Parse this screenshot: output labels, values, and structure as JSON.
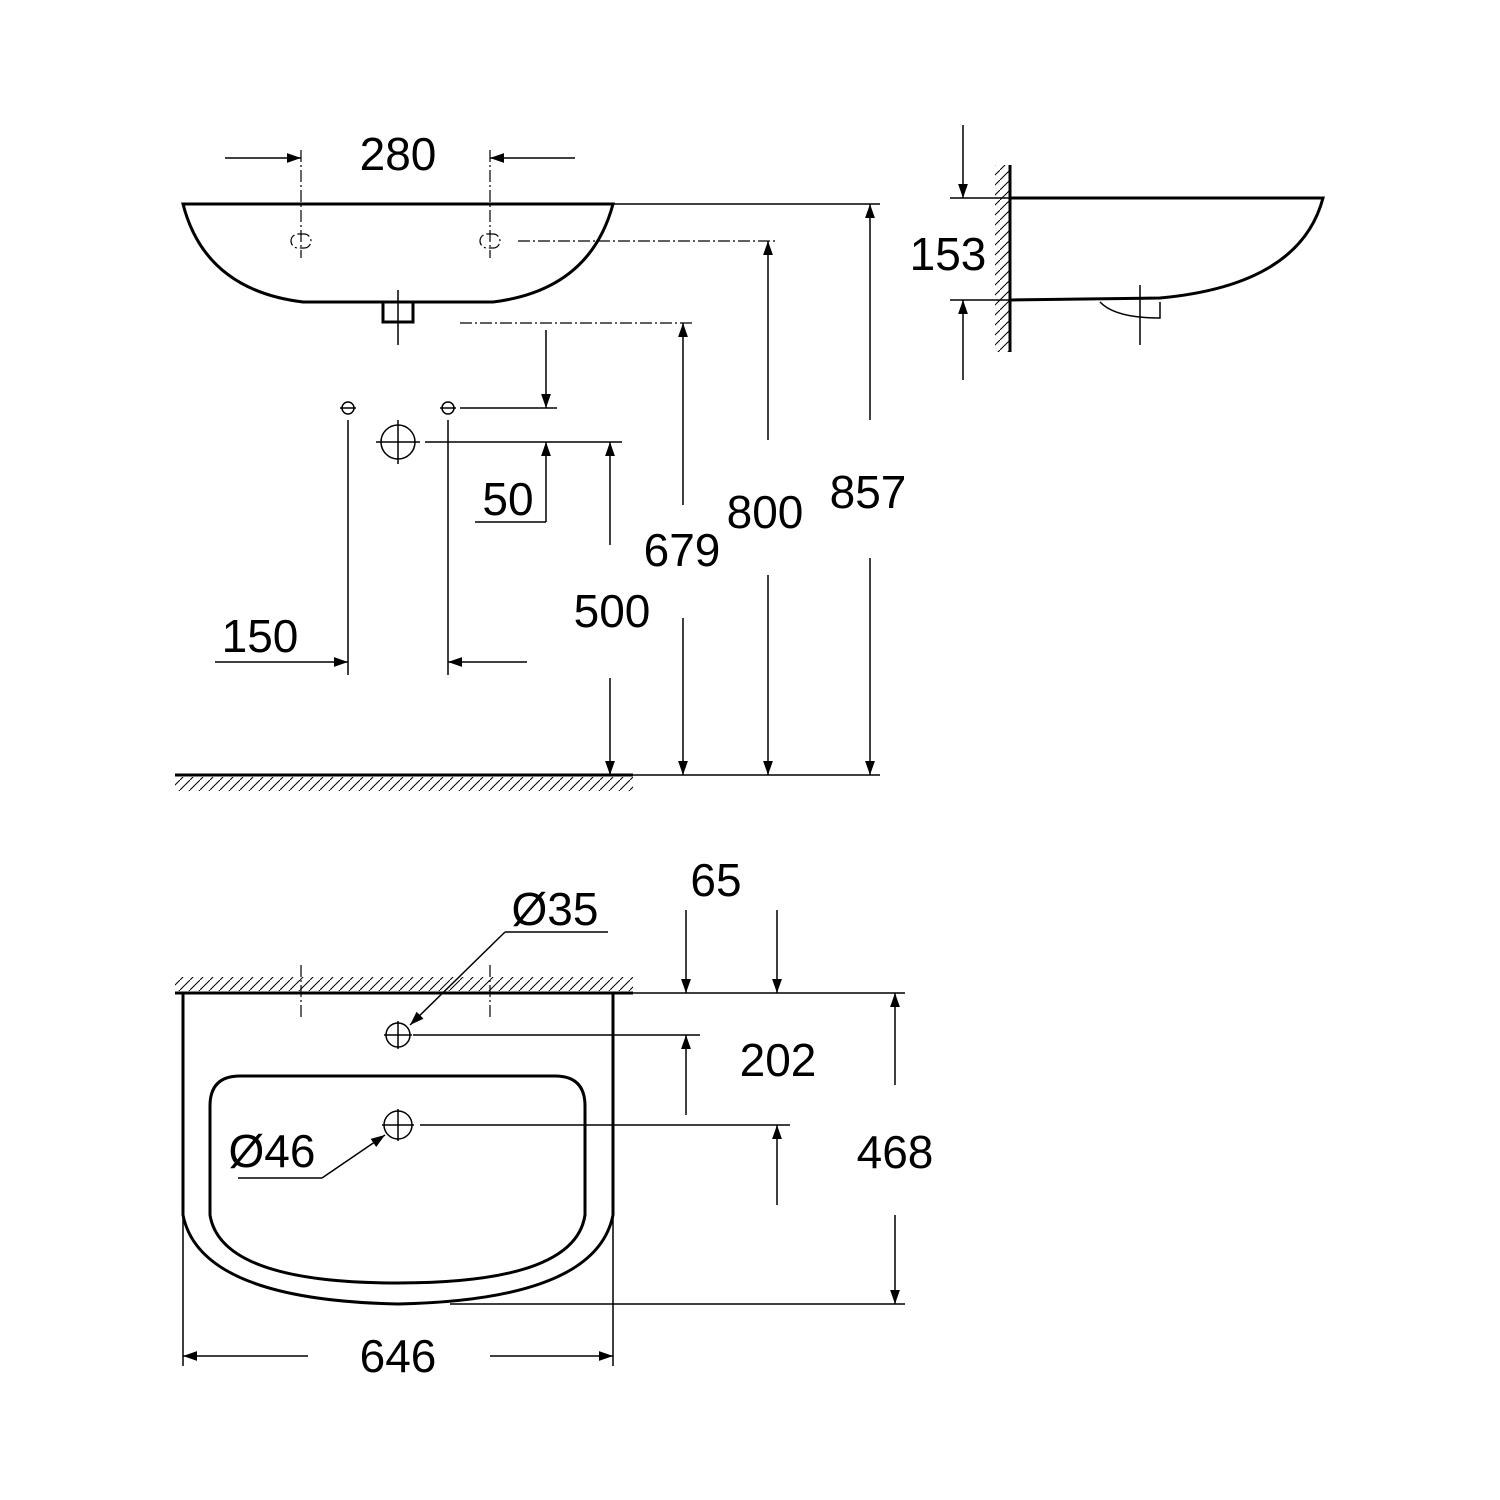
{
  "drawing": {
    "front_view": {
      "tap_spacing": "280",
      "tap_height": "800",
      "overall_height": "857",
      "trap_height": "679",
      "supply_offset": "50",
      "waste_height": "500",
      "supply_spacing": "150"
    },
    "side_view": {
      "depth": "153"
    },
    "plan_view": {
      "tap_hole_diameter": "Ø35",
      "waste_diameter": "Ø46",
      "tap_hole_offset": "65",
      "waste_offset": "202",
      "depth": "468",
      "width": "646"
    }
  }
}
